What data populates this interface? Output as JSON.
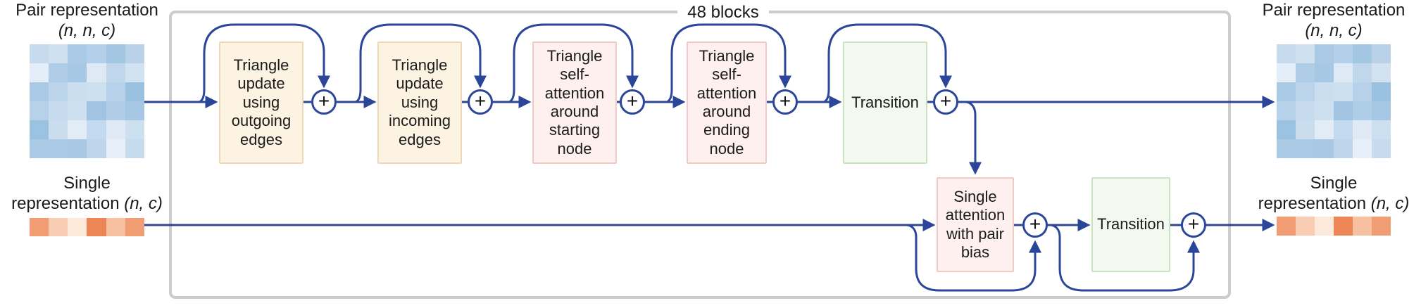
{
  "header": {
    "blocks_label": "48 blocks",
    "plus": "+"
  },
  "io": {
    "pair_label": "Pair representation",
    "pair_shape": "(n, n, c)",
    "single_label_line1": "Single",
    "single_label_line2_text": "representation",
    "single_shape": "(n, c)"
  },
  "boxes": [
    {
      "label": "Triangle\nupdate\nusing\noutgoing\nedges",
      "type": "tan"
    },
    {
      "label": "Triangle\nupdate\nusing\nincoming\nedges",
      "type": "tan"
    },
    {
      "label": "Triangle\nself-\nattention\naround\nstarting\nnode",
      "type": "pink"
    },
    {
      "label": "Triangle\nself-\nattention\naround\nending\nnode",
      "type": "pink"
    },
    {
      "label": "Transition",
      "type": "green"
    },
    {
      "label": "Single\nattention\nwith pair\nbias",
      "type": "pink"
    },
    {
      "label": "Transition",
      "type": "green"
    }
  ],
  "colors": {
    "arrow_blue": "#2b4699",
    "outer_border_gray": "#cccccc",
    "tan_fill": "#fdf3e3",
    "tan_border": "#edd9b5",
    "pink_fill": "#fdf0ee",
    "pink_border": "#f2c9c4",
    "green_fill": "#f4f9f0",
    "green_border": "#cce3c1",
    "text": "#1a1a1a"
  },
  "matrices": {
    "pair": [
      [
        "#c6dbee",
        "#cfe1f1",
        "#a9c9e5",
        "#b3cfe9",
        "#a3c6e3",
        "#b9d2ea"
      ],
      [
        "#e4eef8",
        "#b0cde7",
        "#a7c8e4",
        "#dde9f5",
        "#bfd6eb",
        "#d2e2f1"
      ],
      [
        "#a9c9e5",
        "#bcd4ea",
        "#cadeef",
        "#cde0f0",
        "#b6d1e9",
        "#9ac1e0"
      ],
      [
        "#b6d1e9",
        "#c6dbee",
        "#cde0f0",
        "#a0c4e2",
        "#b0cde7",
        "#a5c7e4"
      ],
      [
        "#9cc2e1",
        "#c9ddef",
        "#e1ecf7",
        "#c3d9ed",
        "#dfeaf6",
        "#cde0f0"
      ],
      [
        "#a9c9e5",
        "#aac9e5",
        "#a8c8e4",
        "#bed5eb",
        "#e7f0f9",
        "#c6dbee"
      ]
    ],
    "single": [
      [
        "#f19c72",
        "#f8cdb4",
        "#fce9da",
        "#ee8557",
        "#f6c0a1",
        "#f09d74"
      ]
    ]
  }
}
